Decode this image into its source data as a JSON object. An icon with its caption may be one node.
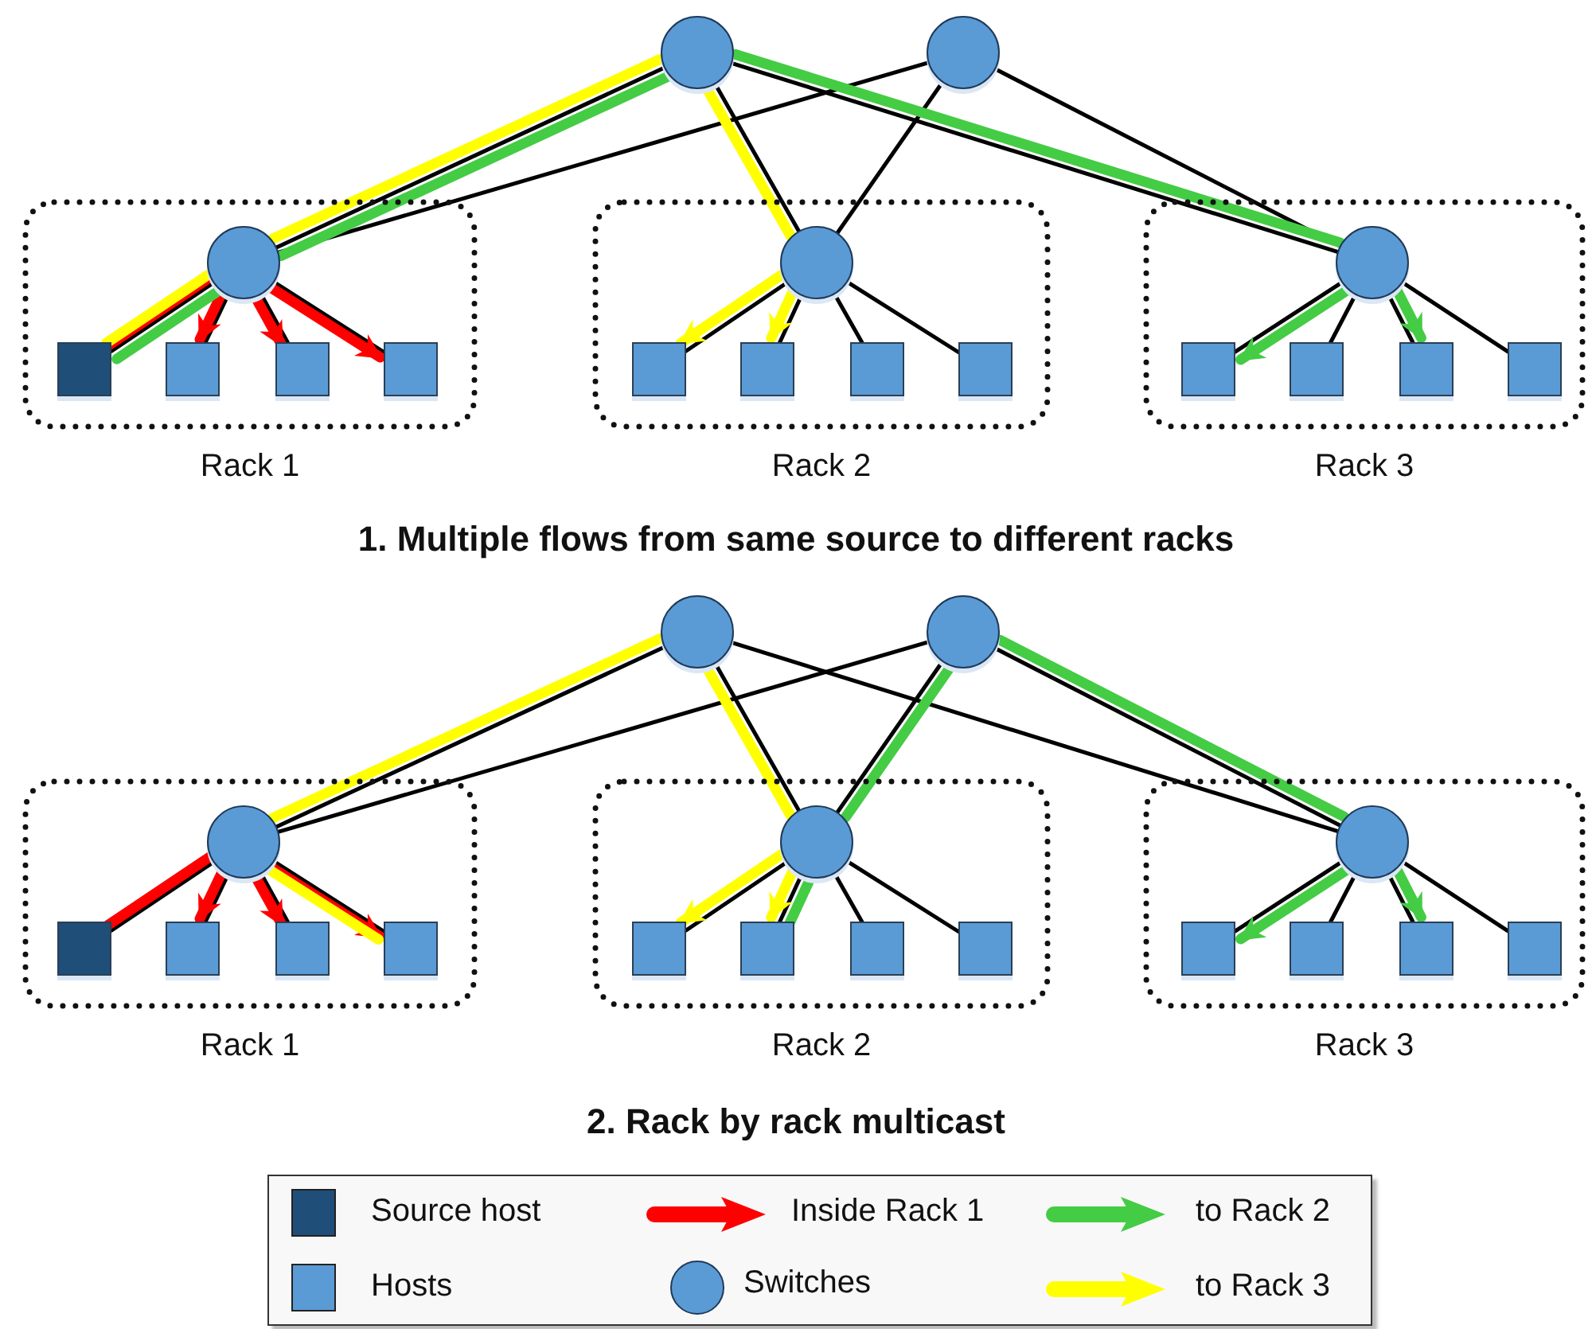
{
  "diagram": {
    "nodes": [
      {
        "text": [],
        "shape": "circle"
      },
      {
        "text": [],
        "shape": "circle"
      },
      {
        "text": [
          "Rack 1"
        ]
      },
      {
        "text": [],
        "shape": "circle",
        "in": 2
      },
      {
        "text": [],
        "shape": "box",
        "in": 2
      },
      {
        "text": [],
        "shape": "box",
        "in": 2
      },
      {
        "text": [],
        "shape": "box",
        "in": 2
      },
      {
        "text": [],
        "shape": "box",
        "in": 2
      },
      {
        "text": [
          "Rack 2"
        ]
      },
      {
        "text": [],
        "shape": "circle",
        "in": 8
      },
      {
        "text": [],
        "shape": "box",
        "in": 8
      },
      {
        "text": [],
        "shape": "box",
        "in": 8
      },
      {
        "text": [],
        "shape": "box",
        "in": 8
      },
      {
        "text": [],
        "shape": "box",
        "in": 8
      },
      {
        "text": [
          "Rack 3"
        ]
      },
      {
        "text": [],
        "shape": "circle",
        "in": 14
      },
      {
        "text": [],
        "shape": "box",
        "in": 14
      },
      {
        "text": [],
        "shape": "box",
        "in": 14
      },
      {
        "text": [],
        "shape": "box",
        "in": 14
      },
      {
        "text": [],
        "shape": "box",
        "in": 14
      },
      {
        "text": [],
        "shape": "circle"
      },
      {
        "text": [],
        "shape": "circle"
      },
      {
        "text": [
          "Rack 1"
        ]
      },
      {
        "text": [],
        "shape": "circle",
        "in": 22
      },
      {
        "text": [],
        "shape": "box",
        "in": 22
      },
      {
        "text": [],
        "shape": "box",
        "in": 22
      },
      {
        "text": [],
        "shape": "box",
        "in": 22
      },
      {
        "text": [],
        "shape": "box",
        "in": 22
      },
      {
        "text": [
          "Rack 2"
        ]
      },
      {
        "text": [],
        "shape": "circle",
        "in": 28
      },
      {
        "text": [],
        "shape": "box",
        "in": 28
      },
      {
        "text": [],
        "shape": "box",
        "in": 28
      },
      {
        "text": [],
        "shape": "box",
        "in": 28
      },
      {
        "text": [],
        "shape": "box",
        "in": 28
      },
      {
        "text": [
          "Rack 3"
        ]
      },
      {
        "text": [],
        "shape": "circle",
        "in": 34
      },
      {
        "text": [],
        "shape": "box",
        "in": 34
      },
      {
        "text": [],
        "shape": "box",
        "in": 34
      },
      {
        "text": [],
        "shape": "box",
        "in": 34
      },
      {
        "text": [],
        "shape": "box",
        "in": 34
      }
    ],
    "edges": [
      {
        "from": 0,
        "to": 3,
        "arrow": "none"
      },
      {
        "from": 0,
        "to": 9,
        "arrow": "none"
      },
      {
        "from": 0,
        "to": 15,
        "arrow": "none"
      },
      {
        "from": 1,
        "to": 3,
        "arrow": "none"
      },
      {
        "from": 1,
        "to": 9,
        "arrow": "none"
      },
      {
        "from": 1,
        "to": 15,
        "arrow": "none"
      },
      {
        "from": 3,
        "to": 4,
        "arrow": "none"
      },
      {
        "from": 3,
        "to": 5,
        "arrow": "none"
      },
      {
        "from": 3,
        "to": 6,
        "arrow": "none"
      },
      {
        "from": 3,
        "to": 7,
        "arrow": "none"
      },
      {
        "from": 9,
        "to": 10,
        "arrow": "none"
      },
      {
        "from": 9,
        "to": 11,
        "arrow": "none"
      },
      {
        "from": 9,
        "to": 12,
        "arrow": "none"
      },
      {
        "from": 9,
        "to": 13,
        "arrow": "none"
      },
      {
        "from": 15,
        "to": 16,
        "arrow": "none"
      },
      {
        "from": 15,
        "to": 17,
        "arrow": "none"
      },
      {
        "from": 15,
        "to": 18,
        "arrow": "none"
      },
      {
        "from": 15,
        "to": 19,
        "arrow": "none"
      },
      {
        "from": 4,
        "to": 3,
        "arrow": "none",
        "style": "thick",
        "color": "#ff0000"
      },
      {
        "from": 3,
        "to": 5,
        "arrow": "to",
        "style": "thick",
        "color": "#ff0000"
      },
      {
        "from": 3,
        "to": 6,
        "arrow": "to",
        "style": "thick",
        "color": "#ff0000"
      },
      {
        "from": 3,
        "to": 7,
        "arrow": "to",
        "style": "thick",
        "color": "#ff0000"
      },
      {
        "from": 4,
        "to": 3,
        "arrow": "none",
        "style": "thick",
        "color": "#ffff00"
      },
      {
        "from": 3,
        "to": 0,
        "arrow": "none",
        "style": "thick",
        "color": "#ffff00"
      },
      {
        "from": 0,
        "to": 9,
        "arrow": "none",
        "style": "thick",
        "color": "#ffff00"
      },
      {
        "from": 9,
        "to": 10,
        "arrow": "to",
        "style": "thick",
        "color": "#ffff00"
      },
      {
        "from": 9,
        "to": 11,
        "arrow": "to",
        "style": "thick",
        "color": "#ffff00"
      },
      {
        "from": 4,
        "to": 3,
        "arrow": "none",
        "style": "thick",
        "color": "#44cc44"
      },
      {
        "from": 3,
        "to": 0,
        "arrow": "none",
        "style": "thick",
        "color": "#44cc44"
      },
      {
        "from": 0,
        "to": 15,
        "arrow": "none",
        "style": "thick",
        "color": "#44cc44"
      },
      {
        "from": 15,
        "to": 16,
        "arrow": "to",
        "style": "thick",
        "color": "#44cc44"
      },
      {
        "from": 15,
        "to": 18,
        "arrow": "to",
        "style": "thick",
        "color": "#44cc44"
      },
      {
        "from": 20,
        "to": 23,
        "arrow": "none"
      },
      {
        "from": 20,
        "to": 29,
        "arrow": "none"
      },
      {
        "from": 20,
        "to": 35,
        "arrow": "none"
      },
      {
        "from": 21,
        "to": 23,
        "arrow": "none"
      },
      {
        "from": 21,
        "to": 29,
        "arrow": "none"
      },
      {
        "from": 21,
        "to": 35,
        "arrow": "none"
      },
      {
        "from": 23,
        "to": 24,
        "arrow": "none"
      },
      {
        "from": 23,
        "to": 25,
        "arrow": "none"
      },
      {
        "from": 23,
        "to": 26,
        "arrow": "none"
      },
      {
        "from": 23,
        "to": 27,
        "arrow": "none"
      },
      {
        "from": 29,
        "to": 30,
        "arrow": "none"
      },
      {
        "from": 29,
        "to": 31,
        "arrow": "none"
      },
      {
        "from": 29,
        "to": 32,
        "arrow": "none"
      },
      {
        "from": 29,
        "to": 33,
        "arrow": "none"
      },
      {
        "from": 35,
        "to": 36,
        "arrow": "none"
      },
      {
        "from": 35,
        "to": 37,
        "arrow": "none"
      },
      {
        "from": 35,
        "to": 38,
        "arrow": "none"
      },
      {
        "from": 35,
        "to": 39,
        "arrow": "none"
      },
      {
        "from": 24,
        "to": 23,
        "arrow": "none",
        "style": "thick",
        "color": "#ff0000"
      },
      {
        "from": 23,
        "to": 25,
        "arrow": "to",
        "style": "thick",
        "color": "#ff0000"
      },
      {
        "from": 23,
        "to": 26,
        "arrow": "to",
        "style": "thick",
        "color": "#ff0000"
      },
      {
        "from": 23,
        "to": 27,
        "arrow": "to",
        "style": "thick",
        "color": "#ff0000"
      },
      {
        "from": 27,
        "to": 23,
        "arrow": "none",
        "style": "thick",
        "color": "#ffff00"
      },
      {
        "from": 23,
        "to": 20,
        "arrow": "none",
        "style": "thick",
        "color": "#ffff00"
      },
      {
        "from": 20,
        "to": 29,
        "arrow": "none",
        "style": "thick",
        "color": "#ffff00"
      },
      {
        "from": 29,
        "to": 30,
        "arrow": "to",
        "style": "thick",
        "color": "#ffff00"
      },
      {
        "from": 29,
        "to": 31,
        "arrow": "to",
        "style": "thick",
        "color": "#ffff00"
      },
      {
        "from": 31,
        "to": 29,
        "arrow": "none",
        "style": "thick",
        "color": "#44cc44"
      },
      {
        "from": 29,
        "to": 21,
        "arrow": "none",
        "style": "thick",
        "color": "#44cc44"
      },
      {
        "from": 21,
        "to": 35,
        "arrow": "none",
        "style": "thick",
        "color": "#44cc44"
      },
      {
        "from": 35,
        "to": 36,
        "arrow": "to",
        "style": "thick",
        "color": "#44cc44"
      },
      {
        "from": 35,
        "to": 38,
        "arrow": "to",
        "style": "thick",
        "color": "#44cc44"
      }
    ],
    "labels": [
      "1. Multiple flows from same source to different racks",
      "2. Rack by rack multicast"
    ],
    "legend": [
      {
        "text": "Source host",
        "color": "#1f4e79"
      },
      {
        "text": "Inside Rack 1"
      },
      {
        "text": "to Rack 2"
      },
      {
        "text": "Hosts",
        "color": "#5b9bd5"
      },
      {
        "text": "Switches"
      },
      {
        "text": "to Rack 3"
      }
    ]
  }
}
